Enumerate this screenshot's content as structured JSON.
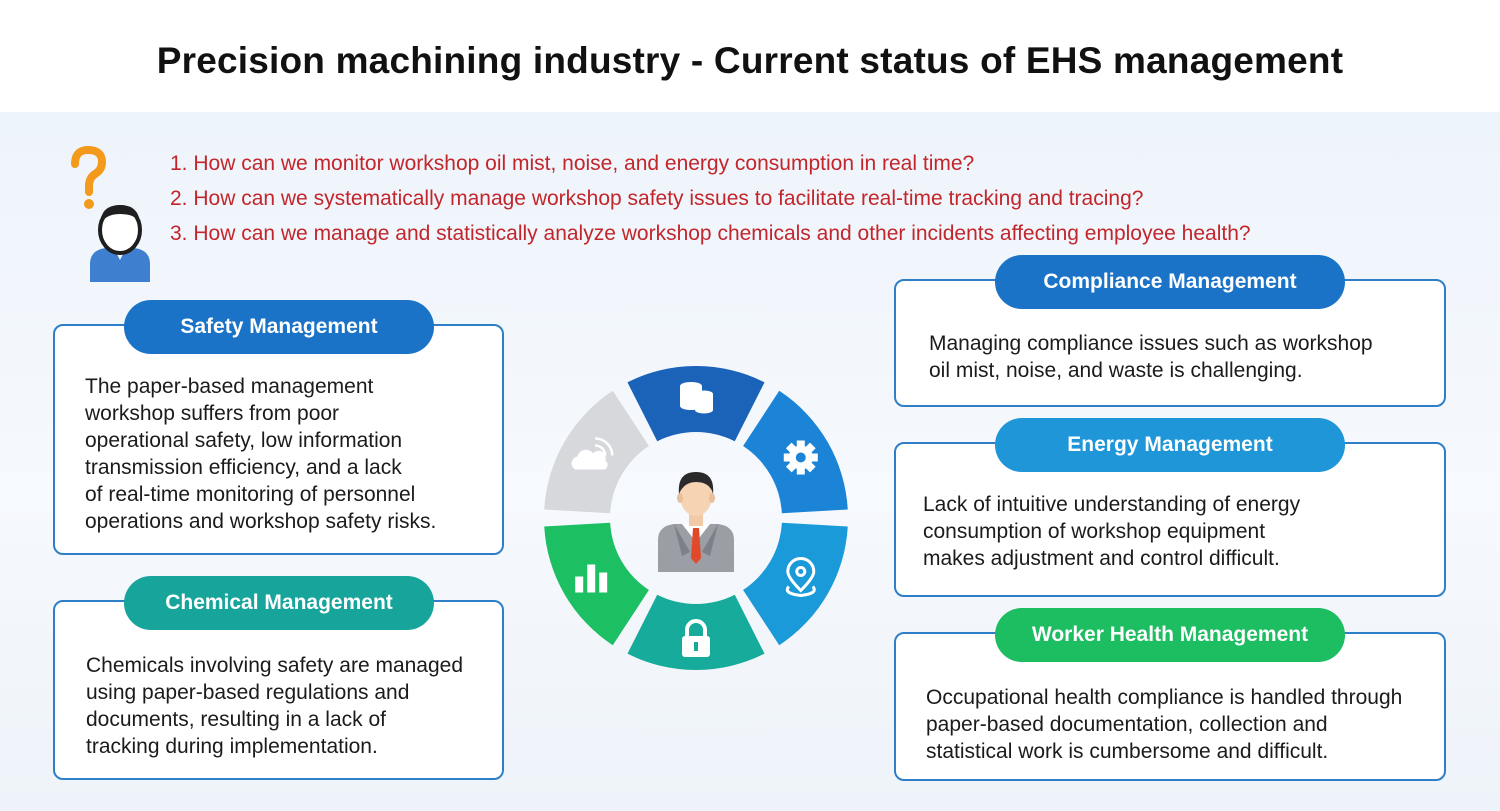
{
  "title": "Precision machining industry - Current status of EHS management",
  "questions": [
    "1. How can we monitor workshop oil mist, noise, and energy consumption in real time?",
    "2. How can we systematically manage workshop safety issues to facilitate real-time tracking and tracing?",
    "3. How can we manage and statistically analyze workshop chemicals and other incidents affecting employee health?"
  ],
  "left_cards": [
    {
      "title": "Safety Management",
      "lines": [
        "The paper-based management",
        "workshop suffers from poor",
        "operational safety, low information",
        "transmission efficiency, and a lack",
        "of real-time monitoring of personnel",
        "operations and workshop safety risks."
      ]
    },
    {
      "title": "Chemical Management",
      "lines": [
        "Chemicals involving safety are managed",
        "using paper-based regulations and",
        "documents, resulting in a lack of",
        "tracking during implementation."
      ]
    }
  ],
  "right_cards": [
    {
      "title": "Compliance Management",
      "lines": [
        "Managing compliance issues such as workshop",
        "oil mist, noise, and waste is challenging."
      ]
    },
    {
      "title": "Energy Management",
      "lines": [
        "Lack of intuitive understanding of energy",
        "consumption of workshop equipment",
        "makes adjustment and control difficult."
      ]
    },
    {
      "title": "Worker Health Management",
      "lines": [
        "Occupational health compliance is handled through",
        "paper-based documentation, collection and",
        "statistical work is cumbersome and difficult."
      ]
    }
  ],
  "ring_segments": [
    {
      "icon": "database-icon",
      "color": "#1b63b8"
    },
    {
      "icon": "gear-icon",
      "color": "#1c84d6"
    },
    {
      "icon": "location-pin-icon",
      "color": "#1a9ad8"
    },
    {
      "icon": "lock-icon",
      "color": "#17ab9c"
    },
    {
      "icon": "bar-chart-icon",
      "color": "#1cbf62"
    },
    {
      "icon": "cloud-wifi-icon",
      "color": "#d6d8db"
    }
  ],
  "colors": {
    "question_text": "#c2262b",
    "card_border": "#2e7fc8"
  }
}
